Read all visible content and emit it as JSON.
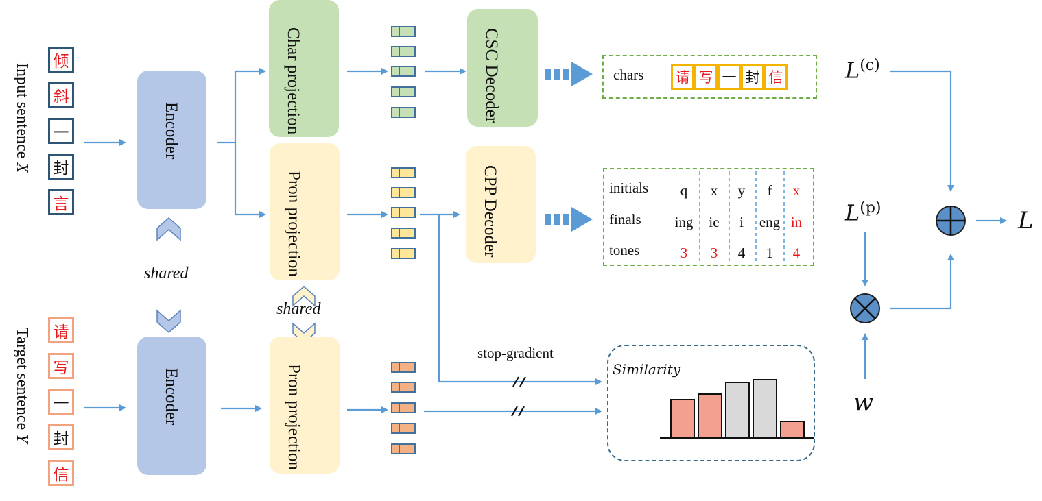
{
  "input_label": "Input  sentence",
  "input_var": "X",
  "target_label": "Target  sentence",
  "target_var": "Y",
  "input_chars": [
    {
      "ch": "倾",
      "red": true
    },
    {
      "ch": "斜",
      "red": true
    },
    {
      "ch": "一",
      "red": false
    },
    {
      "ch": "封",
      "red": false
    },
    {
      "ch": "言",
      "red": true
    }
  ],
  "target_chars": [
    {
      "ch": "请",
      "red": true
    },
    {
      "ch": "写",
      "red": true
    },
    {
      "ch": "一",
      "red": false
    },
    {
      "ch": "封",
      "red": false
    },
    {
      "ch": "信",
      "red": true
    }
  ],
  "encoder_label": "Encoder",
  "char_proj_label": "Char projection",
  "pron_proj_label": "Pron projection",
  "csc_label": "CSC Decoder",
  "cpp_label": "CPP Decoder",
  "shared_label": "shared",
  "chars_label": "chars",
  "output_chars": [
    {
      "ch": "请",
      "red": true
    },
    {
      "ch": "写",
      "red": true
    },
    {
      "ch": "一",
      "red": false
    },
    {
      "ch": "封",
      "red": false
    },
    {
      "ch": "信",
      "red": true
    }
  ],
  "pron": {
    "row_labels": [
      "initials",
      "finals",
      "tones"
    ],
    "initials": [
      {
        "t": "q",
        "red": false
      },
      {
        "t": "x",
        "red": false
      },
      {
        "t": "y",
        "red": false
      },
      {
        "t": "f",
        "red": false
      },
      {
        "t": "x",
        "red": true
      }
    ],
    "finals": [
      {
        "t": "ing",
        "red": false
      },
      {
        "t": "ie",
        "red": false
      },
      {
        "t": "i",
        "red": false
      },
      {
        "t": "eng",
        "red": false
      },
      {
        "t": "in",
        "red": true
      }
    ],
    "tones": [
      {
        "t": "3",
        "red": true
      },
      {
        "t": "3",
        "red": true
      },
      {
        "t": "4",
        "red": false
      },
      {
        "t": "1",
        "red": false
      },
      {
        "t": "4",
        "red": true
      }
    ]
  },
  "stop_gradient_label": "stop-gradient",
  "similarity_label": "Similarity",
  "similarity_bars": [
    {
      "value": 0.7,
      "color": "#f4a090"
    },
    {
      "value": 0.79,
      "color": "#f4a090"
    },
    {
      "value": 1.0,
      "color": "#d9d9d9"
    },
    {
      "value": 1.05,
      "color": "#d9d9d9"
    },
    {
      "value": 0.3,
      "color": "#f4a090"
    }
  ],
  "loss_c": {
    "base": "L",
    "sup": "(c)"
  },
  "loss_p": {
    "base": "L",
    "sup": "(p)"
  },
  "loss_total": "L",
  "weight": "w",
  "colors": {
    "arrow": "#5b9bd5",
    "red_text": "#e8191e",
    "encoder": "#b4c7e7",
    "char_green": "#c5e0b4",
    "pron_yellow": "#fff2cc",
    "op_fill": "#5b8fc7"
  }
}
